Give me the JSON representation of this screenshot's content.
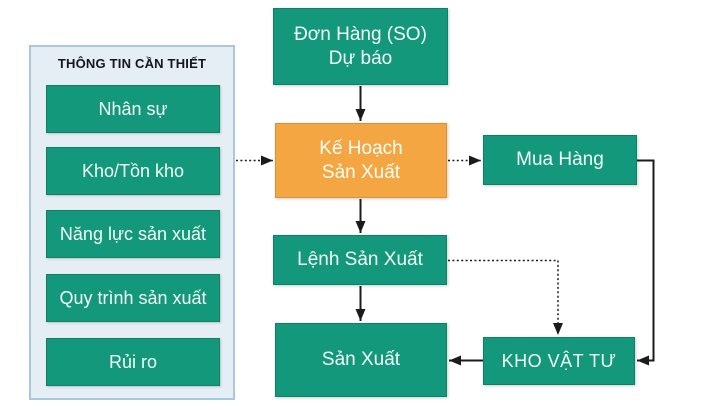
{
  "colors": {
    "node_green": "#13987B",
    "node_orange": "#F4A642",
    "panel_fill": "#E4EEF4",
    "panel_border": "#A7C9DB",
    "arrow": "#1B1B1B",
    "node_text": "#F2FBF7",
    "panel_title_text": "#15151F"
  },
  "panel": {
    "title": "THÔNG TIN CẦN THIẾT",
    "items": [
      {
        "label": "Nhân sự"
      },
      {
        "label": "Kho/Tồn kho"
      },
      {
        "label": "Năng lực sản xuất"
      },
      {
        "label": "Quy trình sản xuất"
      },
      {
        "label": "Rủi ro"
      }
    ]
  },
  "nodes": {
    "order_forecast": {
      "line1": "Đơn Hàng (SO)",
      "line2": "Dự báo"
    },
    "production_plan": {
      "line1": "Kế Hoạch",
      "line2": "Sản Xuất"
    },
    "purchasing": {
      "label": "Mua Hàng"
    },
    "work_order": {
      "label": "Lệnh Sản Xuất"
    },
    "production": {
      "label": "Sản Xuất"
    },
    "material_warehouse": {
      "label": "KHO VẬT TƯ"
    }
  }
}
